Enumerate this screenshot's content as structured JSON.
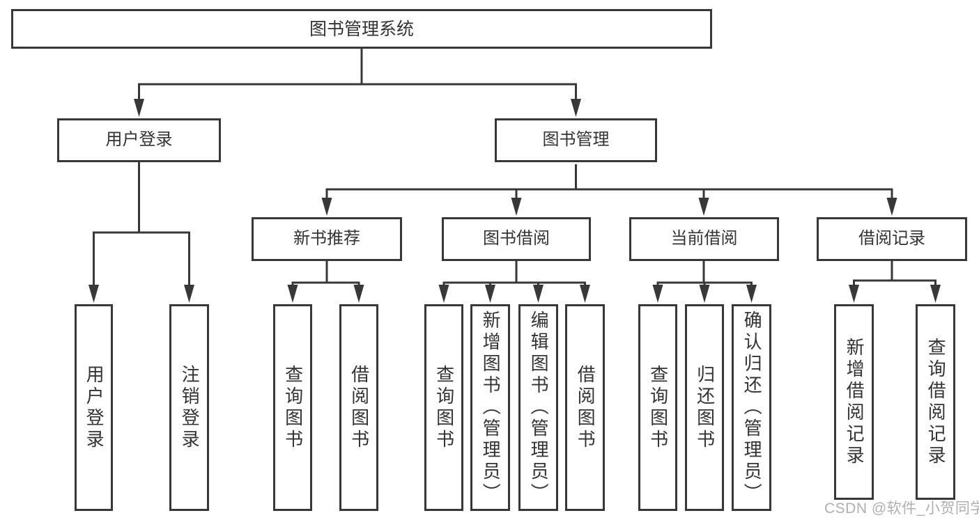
{
  "diagram": {
    "root": "图书管理系统",
    "level2": {
      "user_login": "用户登录",
      "book_management": "图书管理"
    },
    "level3": {
      "new_book_recommend": "新书推荐",
      "book_borrow": "图书借阅",
      "current_borrow": "当前借阅",
      "borrow_record": "借阅记录"
    },
    "leaves": {
      "user_login": "用户登录",
      "logout": "注销登录",
      "recommend_query_book": "查询图书",
      "recommend_borrow_book": "借阅图书",
      "borrow_query_book": "查询图书",
      "borrow_add_book_admin": "新增图书（管理员）",
      "borrow_edit_book_admin": "编辑图书（管理员）",
      "borrow_borrow_book": "借阅图书",
      "current_query_book": "查询图书",
      "current_return_book": "归还图书",
      "current_confirm_return_admin": "确认归还（管理员）",
      "record_add_record": "新增借阅记录",
      "record_query_record": "查询借阅记录"
    }
  },
  "watermark": "CSDN @软件_小贺同学",
  "colors": {
    "line": "#383838",
    "text": "#333333",
    "watermark": "#a9a9a9",
    "background": "#ffffff"
  }
}
